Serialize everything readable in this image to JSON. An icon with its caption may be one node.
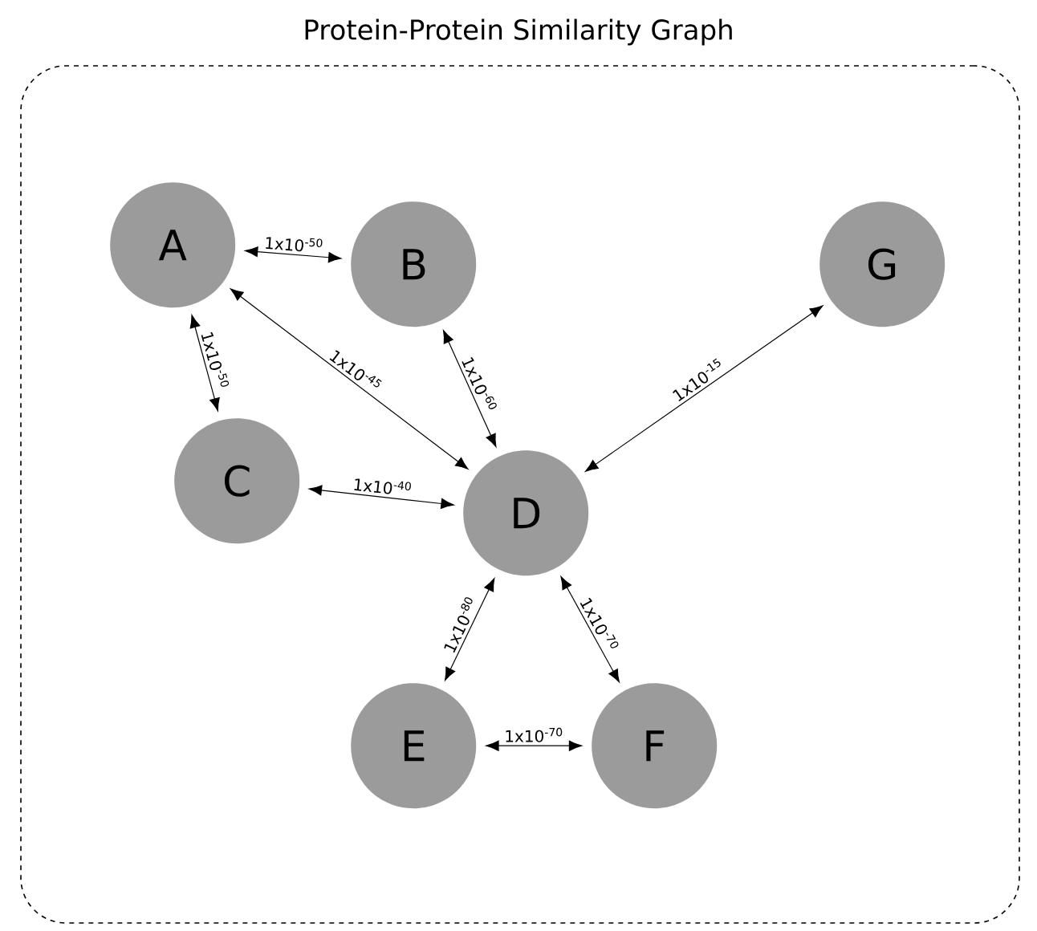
{
  "diagram": {
    "nodes": [
      {
        "text": [
          "Protein-Protein Similarity Graph"
        ]
      },
      {
        "text": [
          "A"
        ],
        "in": 0
      },
      {
        "text": [
          "B"
        ],
        "in": 0
      },
      {
        "text": [
          "G"
        ],
        "in": 0
      },
      {
        "text": [
          "C"
        ],
        "in": 0
      },
      {
        "text": [
          "D"
        ],
        "in": 0
      },
      {
        "text": [
          "E"
        ],
        "in": 0
      },
      {
        "text": [
          "F"
        ],
        "in": 0
      }
    ],
    "edges": [
      {
        "from": 1,
        "to": 2,
        "arrow": "both",
        "label": "1x10$^{-50}$"
      },
      {
        "from": 1,
        "to": 4,
        "arrow": "both",
        "label": "1x10$^{-50}$"
      },
      {
        "from": 1,
        "to": 5,
        "arrow": "both",
        "label": "1x10$^{-45}$"
      },
      {
        "from": 2,
        "to": 5,
        "arrow": "both",
        "label": "1x10$^{-60}$"
      },
      {
        "from": 5,
        "to": 3,
        "arrow": "both",
        "label": "1x10$^{-15}$"
      },
      {
        "from": 4,
        "to": 5,
        "arrow": "both",
        "label": "1x10$^{-40}$"
      },
      {
        "from": 6,
        "to": 5,
        "arrow": "both",
        "label": "1x10$^{-80}$"
      },
      {
        "from": 5,
        "to": 7,
        "arrow": "both",
        "label": "1x10$^{-70}$"
      },
      {
        "from": 6,
        "to": 7,
        "arrow": "both",
        "label": "1x10$^{-70}$"
      }
    ]
  }
}
